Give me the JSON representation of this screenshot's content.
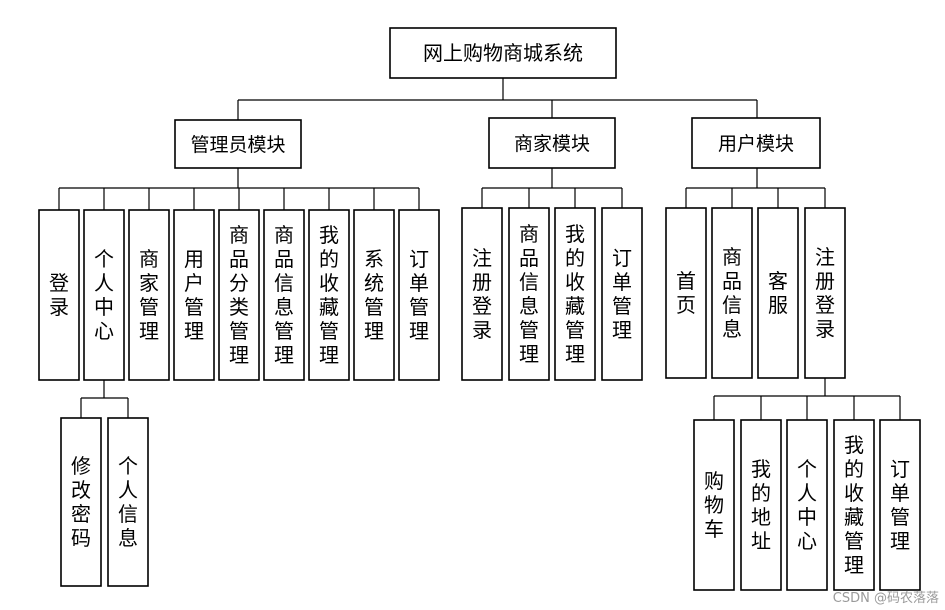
{
  "diagram": {
    "root": {
      "id": "root",
      "label": "网上购物商城系统"
    },
    "modules": [
      {
        "id": "admin",
        "label": "管理员模块"
      },
      {
        "id": "merchant",
        "label": "商家模块"
      },
      {
        "id": "user",
        "label": "用户模块"
      }
    ],
    "admin_items": [
      {
        "id": "admin-login",
        "label": "登录"
      },
      {
        "id": "admin-personal",
        "label": "个人中心"
      },
      {
        "id": "admin-merchant-mgmt",
        "label": "商家管理"
      },
      {
        "id": "admin-user-mgmt",
        "label": "用户管理"
      },
      {
        "id": "admin-category-mgmt",
        "label": "商品分类管理"
      },
      {
        "id": "admin-product-info-mgmt",
        "label": "商品信息管理"
      },
      {
        "id": "admin-favorites-mgmt",
        "label": "我的收藏管理"
      },
      {
        "id": "admin-system-mgmt",
        "label": "系统管理"
      },
      {
        "id": "admin-order-mgmt",
        "label": "订单管理"
      }
    ],
    "admin_personal_items": [
      {
        "id": "change-password",
        "label": "修改密码"
      },
      {
        "id": "personal-info",
        "label": "个人信息"
      }
    ],
    "merchant_items": [
      {
        "id": "merchant-register-login",
        "label": "注册登录"
      },
      {
        "id": "merchant-product-info-mgmt",
        "label": "商品信息管理"
      },
      {
        "id": "merchant-favorites-mgmt",
        "label": "我的收藏管理"
      },
      {
        "id": "merchant-order-mgmt",
        "label": "订单管理"
      }
    ],
    "user_items": [
      {
        "id": "user-home",
        "label": "首页"
      },
      {
        "id": "user-product-info",
        "label": "商品信息"
      },
      {
        "id": "user-service",
        "label": "客服"
      },
      {
        "id": "user-register-login",
        "label": "注册登录"
      }
    ],
    "user_login_items": [
      {
        "id": "cart",
        "label": "购物车"
      },
      {
        "id": "my-address",
        "label": "我的地址"
      },
      {
        "id": "user-personal-center",
        "label": "个人中心"
      },
      {
        "id": "user-favorites-mgmt",
        "label": "我的收藏管理"
      },
      {
        "id": "user-order-mgmt",
        "label": "订单管理"
      }
    ]
  },
  "watermark": "CSDN @码农落落"
}
